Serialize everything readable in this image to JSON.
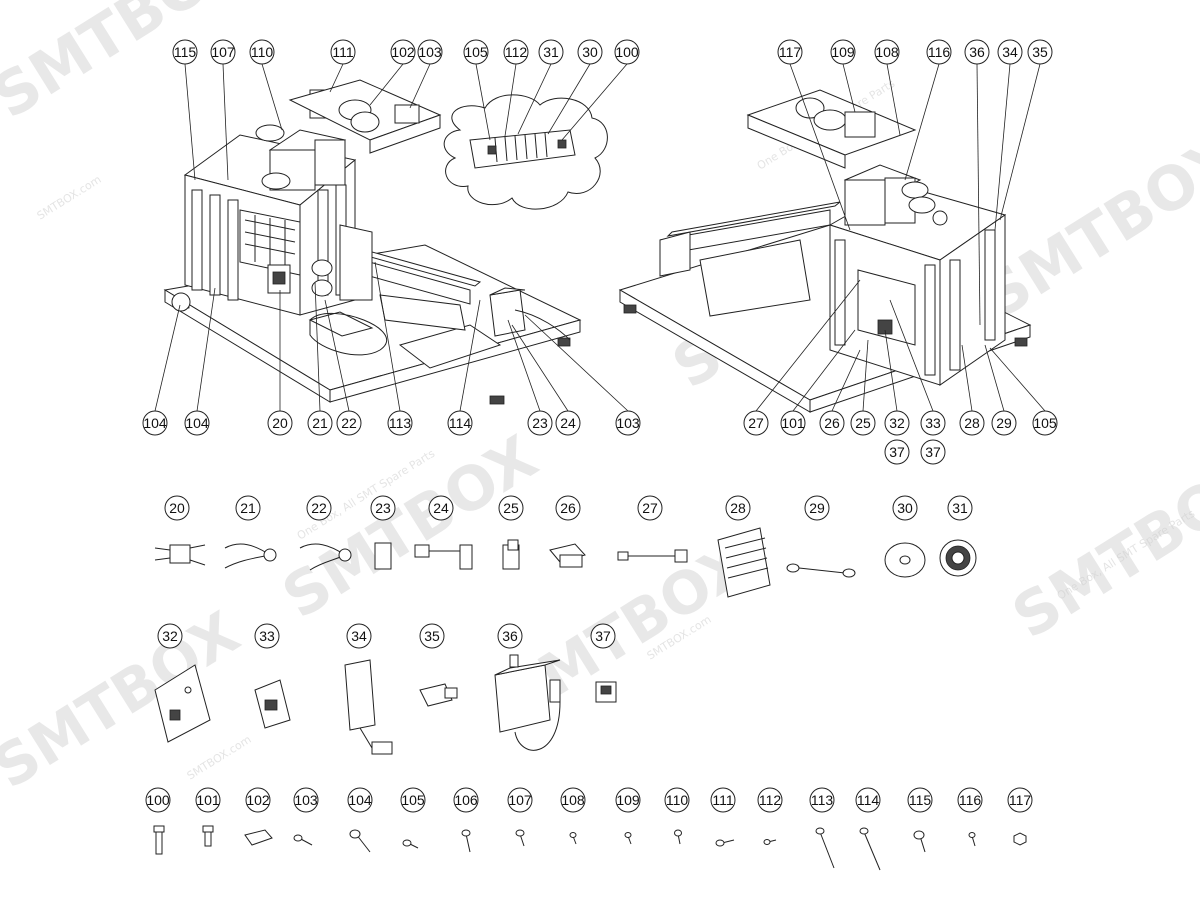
{
  "watermark": {
    "brand": "SMTBOX",
    "domain": "SMTBOX.com",
    "tagline": "One Box, All SMT Spare Parts"
  },
  "assembly_left": {
    "callouts_top": [
      "115",
      "107",
      "110",
      "111",
      "102",
      "103"
    ],
    "callouts_bottom": [
      "104",
      "104",
      "20",
      "21",
      "22",
      "113",
      "114",
      "23",
      "24",
      "103"
    ]
  },
  "detail_bubble": {
    "callouts": [
      "105",
      "112",
      "31",
      "30",
      "100"
    ]
  },
  "assembly_right": {
    "callouts_top": [
      "117",
      "109",
      "108",
      "116",
      "36",
      "34",
      "35"
    ],
    "callouts_bottom": [
      "27",
      "101",
      "26",
      "25",
      "32",
      "33",
      "28",
      "29",
      "105"
    ],
    "callouts_bottom2": [
      "37",
      "37"
    ]
  },
  "parts_row1": [
    "20",
    "21",
    "22",
    "23",
    "24",
    "25",
    "26",
    "27",
    "28",
    "29",
    "30",
    "31"
  ],
  "parts_row2": [
    "32",
    "33",
    "34",
    "35",
    "36",
    "37"
  ],
  "parts_row3": [
    "100",
    "101",
    "102",
    "103",
    "104",
    "105",
    "106",
    "107",
    "108",
    "109",
    "110",
    "111",
    "112",
    "113",
    "114",
    "115",
    "116",
    "117"
  ]
}
